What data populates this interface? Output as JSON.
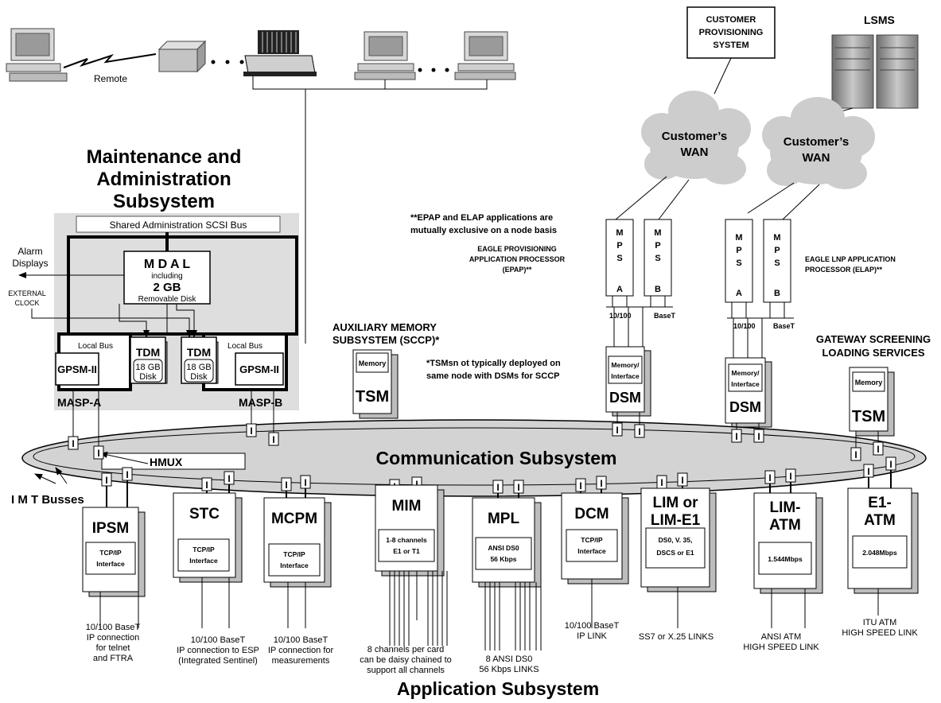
{
  "labels": {
    "remote": "Remote",
    "lsms": "LSMS",
    "customer_provisioning": [
      "CUSTOMER",
      "PROVISIONING",
      "SYSTEM"
    ],
    "customers_wan": [
      "Customer’s",
      "WAN"
    ],
    "maintenance_title": [
      "Maintenance and",
      "Administration",
      "Subsystem"
    ],
    "shared_bus": "Shared Administration SCSI Bus",
    "alarm_displays": [
      "Alarm",
      "Displays"
    ],
    "external_clock": [
      "EXTERNAL",
      "CLOCK"
    ],
    "mdal": [
      "M D A L",
      "including",
      "2 GB",
      "Removable Disk"
    ],
    "local_bus": "Local Bus",
    "gpsm": "GPSM-II",
    "tdm": "TDM",
    "tdm_disk": [
      "18 GB",
      "Disk"
    ],
    "masp_a": "MASP-A",
    "masp_b": "MASP-B",
    "aux_memory": [
      "AUXILIARY MEMORY",
      "SUBSYSTEM (SCCP)*"
    ],
    "memory": "Memory",
    "tsm": "TSM",
    "tsm_note": [
      "*TSMsn ot typically deployed on",
      "same node with DSMs for SCCP"
    ],
    "epap_elap_note": [
      "**EPAP and ELAP applications are",
      "mutually exclusive on a node basis"
    ],
    "epap": [
      "EAGLE PROVISIONING",
      "APPLICATION PROCESSOR",
      "(EPAP)**"
    ],
    "elap": [
      "EAGLE LNP APPLICATION",
      "PROCESSOR (ELAP)**"
    ],
    "mps_a": [
      "M",
      "P",
      "S",
      "A"
    ],
    "mps_b": [
      "M",
      "P",
      "S",
      "B"
    ],
    "ten_100": "10/100",
    "baset": "BaseT",
    "memory_interface": [
      "Memory/",
      "Interface"
    ],
    "dsm": "DSM",
    "gateway": [
      "GATEWAY SCREENING",
      "LOADING SERVICES"
    ],
    "hmux": "HMUX",
    "communication": "Communication Subsystem",
    "imt": "I M T Busses",
    "i_marker": "I",
    "application": "Application Subsystem"
  },
  "cards": [
    {
      "id": "ipsm",
      "title": [
        "IPSM"
      ],
      "sub": [
        "TCP/IP",
        "Interface"
      ],
      "caption": [
        "10/100 BaseT",
        "IP connection",
        "for telnet",
        "and FTRA"
      ]
    },
    {
      "id": "stc",
      "title": [
        "STC"
      ],
      "sub": [
        "TCP/IP",
        "Interface"
      ],
      "caption": [
        "10/100 BaseT",
        "IP connection to ESP",
        "(Integrated Sentinel)"
      ]
    },
    {
      "id": "mcpm",
      "title": [
        "MCPM"
      ],
      "sub": [
        "TCP/IP",
        "Interface"
      ],
      "caption": [
        "10/100 BaseT",
        "IP connection for",
        "measurements"
      ]
    },
    {
      "id": "mim",
      "title": [
        "MIM"
      ],
      "sub": [
        "1-8 channels",
        "E1 or T1"
      ],
      "caption": [
        "8 channels per card",
        "can be daisy chained to",
        "support all channels"
      ]
    },
    {
      "id": "mpl",
      "title": [
        "MPL"
      ],
      "sub": [
        "ANSI DS0",
        "56 Kbps"
      ],
      "caption": [
        "8 ANSI DS0",
        "56 Kbps LINKS"
      ]
    },
    {
      "id": "dcm",
      "title": [
        "DCM"
      ],
      "sub": [
        "TCP/IP",
        "Interface"
      ],
      "caption": [
        "10/100 BaseT",
        "IP LINK"
      ]
    },
    {
      "id": "lim",
      "title": [
        "LIM or",
        "LIM-E1"
      ],
      "sub": [
        "DS0, V. 35,",
        "DSCS or E1"
      ],
      "caption": [
        "SS7 or X.25 LINKS"
      ]
    },
    {
      "id": "lim-atm",
      "title": [
        "LIM-",
        "ATM"
      ],
      "sub": [
        "1.544Mbps"
      ],
      "caption": [
        "ANSI ATM",
        "HIGH SPEED LINK"
      ]
    },
    {
      "id": "e1-atm",
      "title": [
        "E1-",
        "ATM"
      ],
      "sub": [
        "2.048Mbps"
      ],
      "caption": [
        "ITU ATM",
        "HIGH SPEED LINK"
      ]
    }
  ]
}
